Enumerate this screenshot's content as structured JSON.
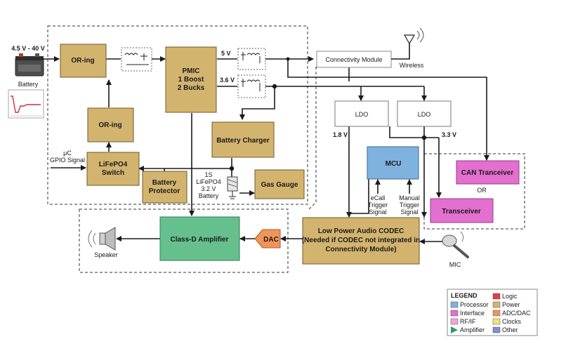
{
  "battery": {
    "voltage": "4.5 V - 40 V",
    "label": "Battery"
  },
  "blocks": {
    "oring_top": "OR-ing",
    "oring_mid": "OR-ing",
    "pmic": [
      "PMIC",
      "1 Boost",
      "2 Bucks"
    ],
    "lifepo4_switch": [
      "LiFePO4",
      "Switch"
    ],
    "battery_protector": [
      "Battery",
      "Protector"
    ],
    "battery_charger": "Battery Charger",
    "gas_gauge": "Gas Gauge",
    "connectivity": "Connectivity Module",
    "ldo_left": "LDO",
    "ldo_right": "LDO",
    "mcu": "MCU",
    "can": "CAN Tranceiver",
    "or_text": "OR",
    "transceiver": "Transceiver",
    "class_d": "Class-D Amplifier",
    "dac": "DAC",
    "codec": [
      "Low Power Audio CODEC",
      "(Needed if CODEC not integrated in",
      "Connectivity Module)"
    ]
  },
  "labels": {
    "v5": "5 V",
    "v36": "3.6 V",
    "wireless": "Wireless",
    "gpio": [
      "μC",
      "GPIO Signal"
    ],
    "cell": [
      "1S",
      "LiFePO4",
      "3.2 V",
      "Battery"
    ],
    "v18": "1.8 V",
    "v33": "3.3 V",
    "ecall": [
      "eCall",
      "Trigger",
      "Signal"
    ],
    "manual": [
      "Manual",
      "Trigger",
      "Signal"
    ],
    "speaker": "Speaker",
    "mic": "MIC"
  },
  "legend": {
    "title": "LEGEND",
    "items": [
      {
        "label": "Processor",
        "color": "#7fb2df"
      },
      {
        "label": "Interface",
        "color": "#e36fcf"
      },
      {
        "label": "RF/IF",
        "color": "#f0a6e0"
      },
      {
        "label": "Amplifier",
        "color": "#2e9b6e"
      },
      {
        "label": "Logic",
        "color": "#e0404a"
      },
      {
        "label": "Power",
        "color": "#d3b46f"
      },
      {
        "label": "ADC/DAC",
        "color": "#f0955a"
      },
      {
        "label": "Clocks",
        "color": "#f3e27a"
      },
      {
        "label": "Other",
        "color": "#8a8ad8"
      }
    ]
  },
  "colors": {
    "power": "#d3b46f",
    "processor": "#7fb2df",
    "interface": "#e36fcf",
    "amplifier": "#66c08e",
    "adc_dac": "#f0955a"
  }
}
